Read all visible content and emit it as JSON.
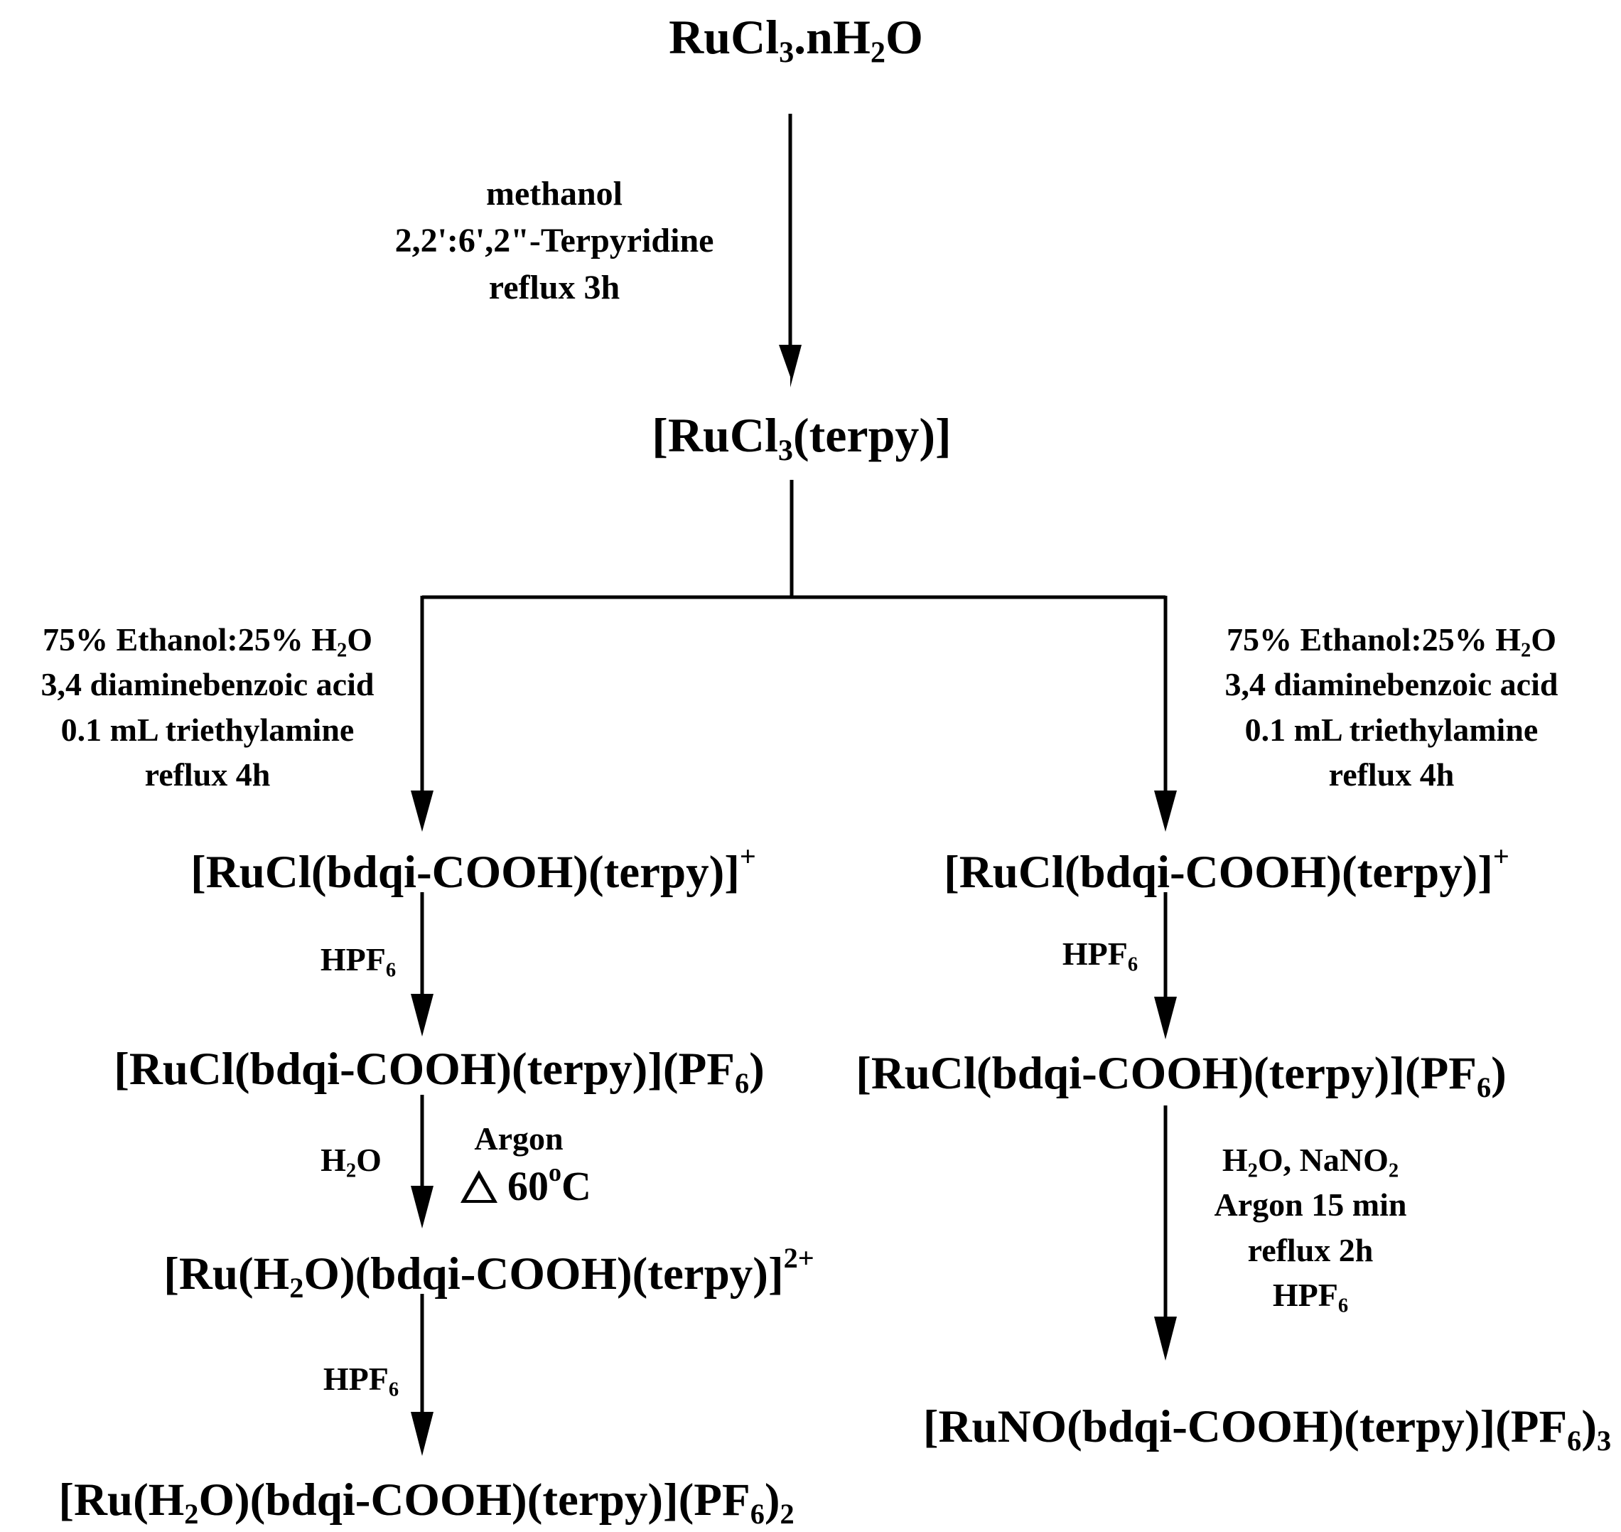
{
  "compounds": {
    "start": {
      "pre": "RuCl",
      "sub1": "3",
      "mid": ".nH",
      "sub2": "2",
      "post": "O"
    },
    "terpy_complex": {
      "pre": "[RuCl",
      "sub1": "3",
      "post": "(terpy)]"
    },
    "left_cation": {
      "text": "[RuCl(bdqi-COOH)(terpy)]",
      "sup": "+"
    },
    "left_pf6": {
      "text": "[RuCl(bdqi-COOH)(terpy)](PF",
      "sub": "6",
      "post": ")"
    },
    "left_aqua_cation": {
      "pre": "[Ru(H",
      "sub": "2",
      "post": "O)(bdqi-COOH)(terpy)]",
      "sup": "2+"
    },
    "left_aqua_pf6": {
      "pre": "[Ru(H",
      "sub1": "2",
      "mid": "O)(bdqi-COOH)(terpy)](PF",
      "sub2": "6",
      "post": ")",
      "sub3": "2"
    },
    "right_cation": {
      "text": "[RuCl(bdqi-COOH)(terpy)]",
      "sup": "+"
    },
    "right_pf6": {
      "text": "[RuCl(bdqi-COOH)(terpy)](PF",
      "sub": "6",
      "post": ")"
    },
    "right_nitrosyl": {
      "text": "[RuNO(bdqi-COOH)(terpy)](PF",
      "sub1": "6",
      "post": ")",
      "sub2": "3"
    }
  },
  "conditions": {
    "step1": [
      "methanol",
      "2,2':6',2\"-Terpyridine",
      "reflux 3h"
    ],
    "left_branch": {
      "line1_pre": "75% Ethanol:25% H",
      "line1_sub": "2",
      "line1_post": "O",
      "lines": [
        "3,4 diaminebenzoic acid",
        "0.1 mL triethylamine",
        "reflux 4h"
      ]
    },
    "right_branch": {
      "line1_pre": "75% Ethanol:25% H",
      "line1_sub": "2",
      "line1_post": "O",
      "lines": [
        "3,4 diaminebenzoic acid",
        "0.1 mL triethylamine",
        "reflux 4h"
      ]
    },
    "left_hpf6_1": {
      "pre": "HPF",
      "sub": "6"
    },
    "left_water": {
      "pre": "H",
      "sub": "2",
      "post": "O"
    },
    "left_argon": "Argon",
    "left_heat": {
      "pre": "60",
      "sup": "o",
      "post": "C"
    },
    "left_hpf6_2": {
      "pre": "HPF",
      "sub": "6"
    },
    "right_hpf6_1": {
      "pre": "HPF",
      "sub": "6"
    },
    "right_final": {
      "line1_pre": "H",
      "line1_sub1": "2",
      "line1_mid": "O, NaNO",
      "line1_sub2": "2",
      "lines": [
        "Argon 15 min",
        "reflux 2h"
      ],
      "last_pre": "HPF",
      "last_sub": "6"
    }
  },
  "colors": {
    "ink": "#000000",
    "background": "#ffffff"
  }
}
